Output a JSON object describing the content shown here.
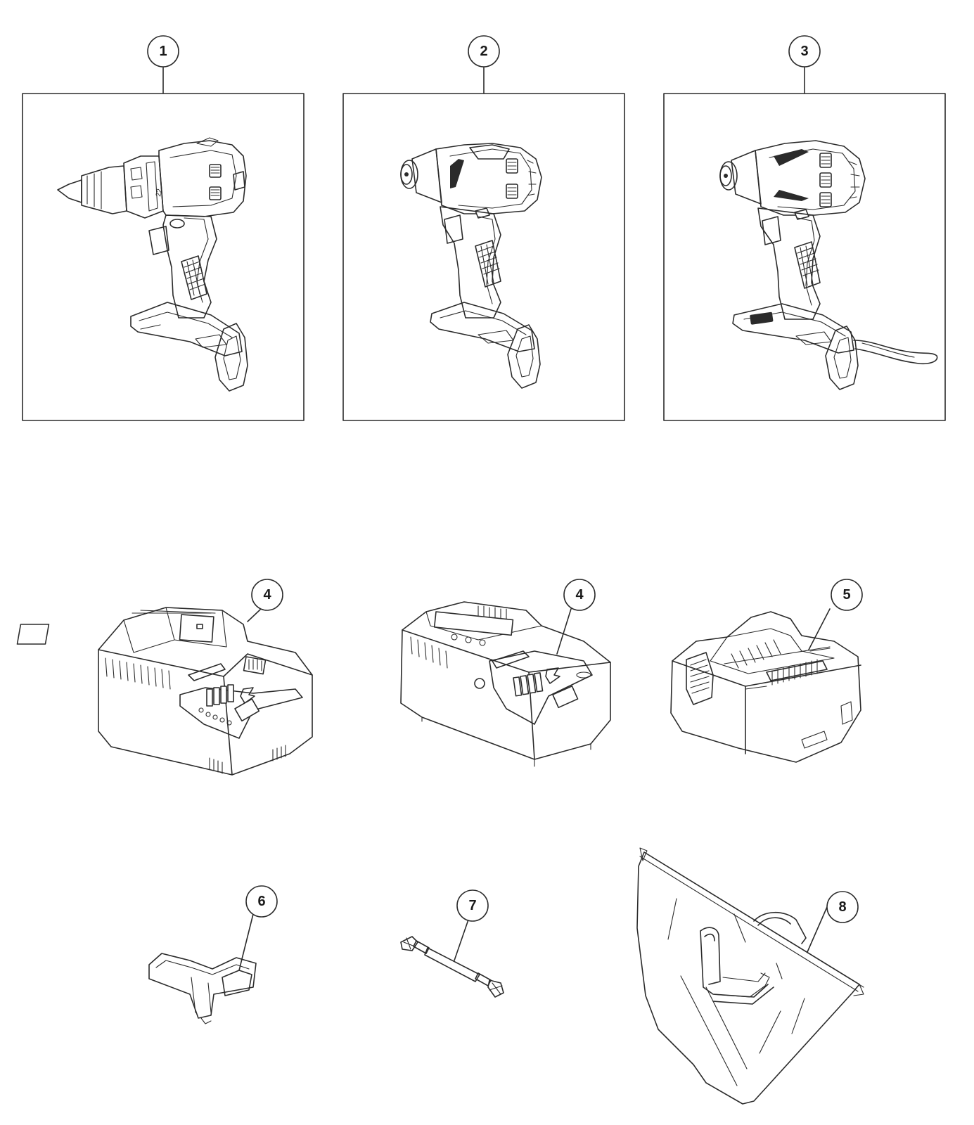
{
  "callouts": [
    {
      "id": "c1",
      "label": "1"
    },
    {
      "id": "c2",
      "label": "2"
    },
    {
      "id": "c3",
      "label": "3"
    },
    {
      "id": "c4a",
      "label": "4"
    },
    {
      "id": "c4b",
      "label": "4"
    },
    {
      "id": "c5",
      "label": "5"
    },
    {
      "id": "c6",
      "label": "6"
    },
    {
      "id": "c7",
      "label": "7"
    },
    {
      "id": "c8",
      "label": "8"
    }
  ],
  "drill_dial_marks": "22"
}
